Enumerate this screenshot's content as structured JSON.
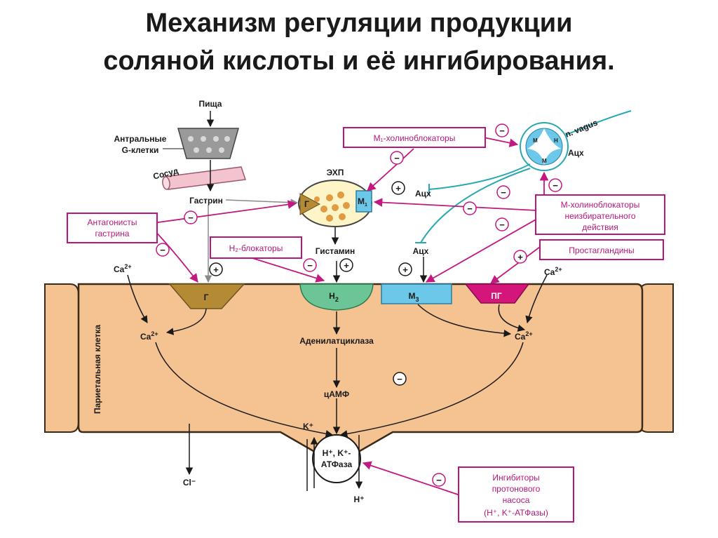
{
  "title": {
    "line1": "Механизм регуляции продукции",
    "line2": "соляной кислоты и её ингибирования."
  },
  "labels": {
    "food": "Пища",
    "antral_line1": "Антральные",
    "antral_line2": "G-клетки",
    "vessel": "Сосуд",
    "gastrin": "Гастрин",
    "ecl": "ЭХП",
    "g_small": "Г",
    "m1_small": "М",
    "m1_sub": "1",
    "ach1": "Ацх",
    "ach2": "Ацх",
    "ach3": "Ацх",
    "histamine": "Гистамин",
    "vagus": "n. vagus",
    "ca_left_top": "Ca",
    "ca_left_mid": "Ca",
    "ca_right_top": "Ca",
    "ca_right_mid": "Ca",
    "ca_sup": "2+",
    "receptor_g": "Г",
    "receptor_h2": "Н",
    "receptor_h2_sub": "2",
    "receptor_m3": "М",
    "receptor_m3_sub": "3",
    "receptor_pg": "ПГ",
    "adenylate": "Аденилатциклаза",
    "camp": "цАМФ",
    "cell_name": "Париетальная клетка",
    "k_plus": "K⁺",
    "pump_line1": "H⁺, K⁺-",
    "pump_line2": "АТФаза",
    "h_plus": "H⁺",
    "cl_minus": "Cl⁻",
    "node_m1": "М",
    "node_h": "Н",
    "node_m1b": "М"
  },
  "boxes": {
    "m1_blockers": "М₁-холиноблокаторы",
    "gastrin_antagonists_line1": "Антагонисты",
    "gastrin_antagonists_line2": "гастрина",
    "h2_blockers": "Н₂-блокаторы",
    "m_nonselective_line1": "М-холиноблокаторы",
    "m_nonselective_line2": "неизбирательного",
    "m_nonselective_line3": "действия",
    "prostaglandins": "Простагландины",
    "ppi_line1": "Ингибиторы",
    "ppi_line2": "протонового",
    "ppi_line3": "насоса",
    "ppi_line4": "(H⁺, K⁺-АТФазы)"
  },
  "signs": {
    "minus": "−",
    "plus": "+"
  },
  "colors": {
    "cell_fill": "#f5c291",
    "cell_stroke": "#3a2a1a",
    "box_border": "#b5177a",
    "magenta_arrow": "#c2187f",
    "vagus_line": "#2aa8b0",
    "receptor_g": "#b48a35",
    "receptor_h2": "#6cc596",
    "receptor_m3": "#6cc8e8",
    "receptor_pg": "#d4157a",
    "ecl_fill": "#fdf5c8",
    "granule": "#e39a45"
  }
}
